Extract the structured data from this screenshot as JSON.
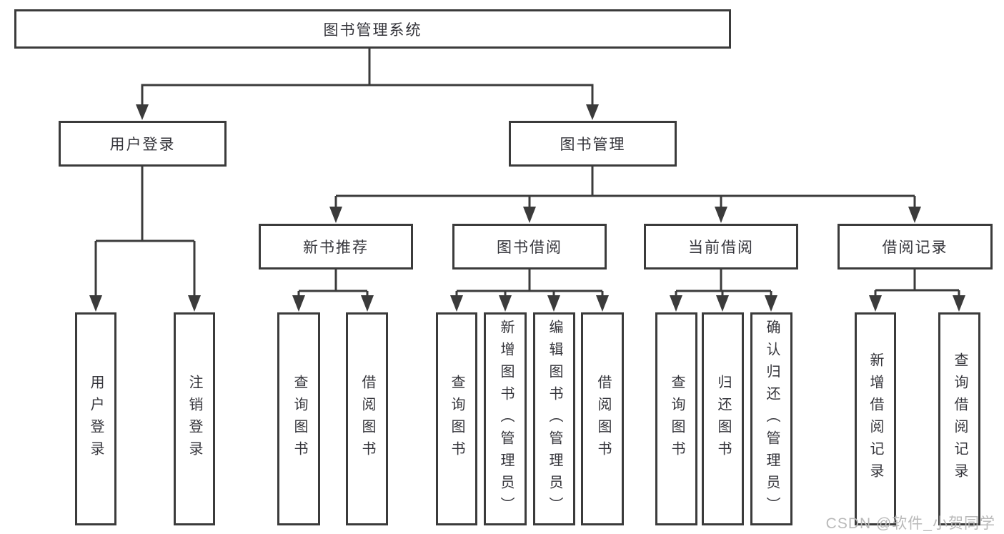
{
  "nodes": {
    "root": "图书管理系统",
    "user_login": "用户登录",
    "book_management": "图书管理",
    "new_book_recommend": "新书推荐",
    "book_borrow": "图书借阅",
    "current_borrow": "当前借阅",
    "borrow_record": "借阅记录",
    "leaf_user_login": "用户登录",
    "leaf_logout": "注销登录",
    "leaf_rec_query_book": "查询图书",
    "leaf_rec_borrow_book": "借阅图书",
    "leaf_bb_query_book": "查询图书",
    "leaf_bb_add_book": "新增图书（管理员）",
    "leaf_bb_edit_book": "编辑图书（管理员）",
    "leaf_bb_borrow_book": "借阅图书",
    "leaf_cb_query_book": "查询图书",
    "leaf_cb_return_book": "归还图书",
    "leaf_cb_confirm_return": "确认归还（管理员）",
    "leaf_br_add_record": "新增借阅记录",
    "leaf_br_query_record": "查询借阅记录"
  },
  "watermark": "CSDN @软件_小贺同学",
  "colors": {
    "line": "#3b3b3b",
    "text": "#35353b",
    "watermark": "#b9b9b9",
    "background": "#ffffff"
  }
}
